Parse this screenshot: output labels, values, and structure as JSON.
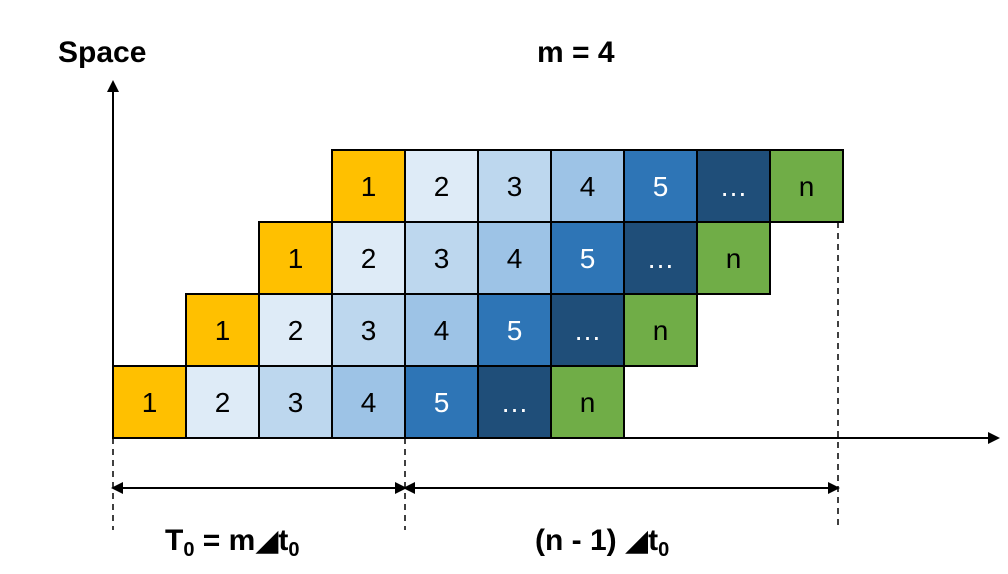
{
  "diagram": {
    "y_axis_label": "Space",
    "title": "m = 4",
    "bottom_left_label": {
      "T": "T",
      "sub0": "0",
      "eq": " = m",
      "triangle": "◢",
      "t": "t",
      "sub1": "0"
    },
    "bottom_right_label": {
      "prefix": "(n - 1) ",
      "triangle": "◢",
      "t": "t",
      "sub": "0"
    },
    "rows": [
      [
        "1",
        "2",
        "3",
        "4",
        "5",
        "…",
        "n"
      ],
      [
        "1",
        "2",
        "3",
        "4",
        "5",
        "…",
        "n"
      ],
      [
        "1",
        "2",
        "3",
        "4",
        "5",
        "…",
        "n"
      ],
      [
        "1",
        "2",
        "3",
        "4",
        "5",
        "…",
        "n"
      ]
    ],
    "cell_colors": {
      "1": "#FFC000",
      "2": "#DEEBF7",
      "3": "#BDD7EE",
      "4": "#9DC3E6",
      "5": "#2E75B6",
      "…": "#1F4E79",
      "n": "#70AD47"
    }
  }
}
